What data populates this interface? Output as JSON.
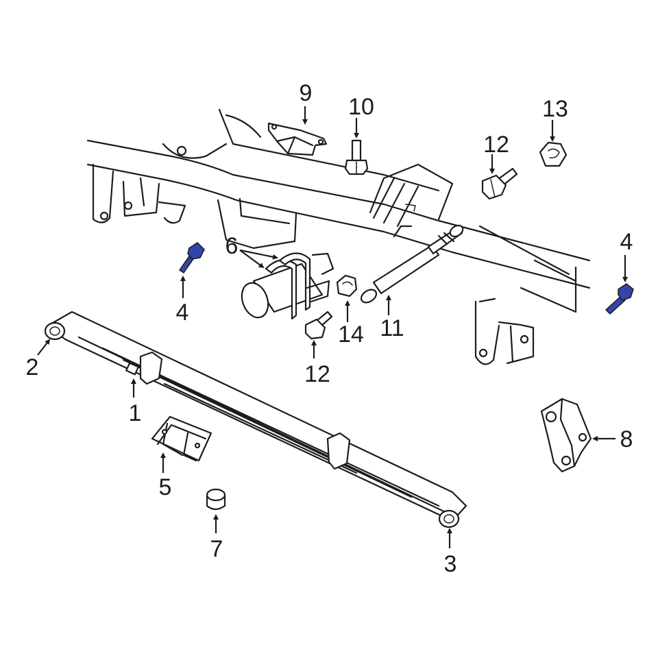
{
  "colors": {
    "line": "#1c1c1c",
    "highlight": "#3344aa",
    "background": "#ffffff"
  },
  "callouts": {
    "c1": "1",
    "c2": "2",
    "c3": "3",
    "c4a": "4",
    "c4b": "4",
    "c5": "5",
    "c6": "6",
    "c7": "7",
    "c8": "8",
    "c9": "9",
    "c10": "10",
    "c11": "11",
    "c12a": "12",
    "c12b": "12",
    "c13": "13",
    "c14": "14"
  }
}
